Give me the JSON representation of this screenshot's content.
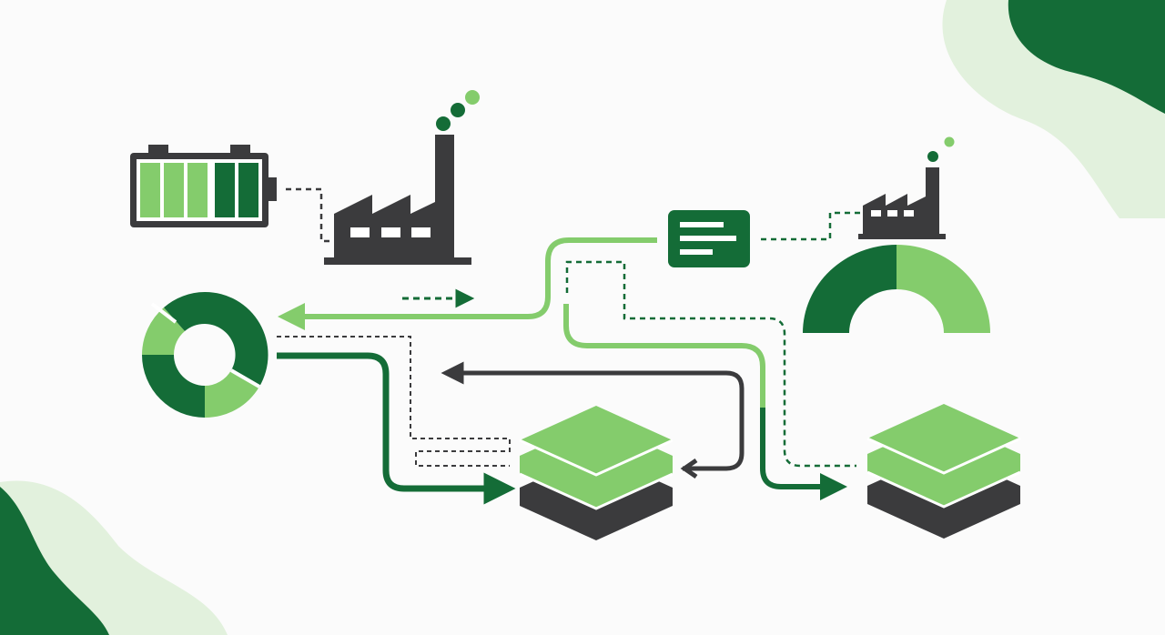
{
  "palette": {
    "background": "#fbfbfb",
    "dark_green": "#146c37",
    "light_green": "#84cc6c",
    "pale_green": "#e2f1dd",
    "charcoal": "#3b3b3d",
    "white": "#ffffff"
  },
  "diagram": {
    "description_text": [],
    "nodes": [
      {
        "id": "battery",
        "icon": "battery-icon",
        "level_segments": 5,
        "dark_segments": 2
      },
      {
        "id": "factory-large",
        "icon": "factory-icon"
      },
      {
        "id": "factory-small",
        "icon": "factory-icon"
      },
      {
        "id": "message",
        "icon": "message-icon"
      },
      {
        "id": "donut",
        "icon": "donut-chart-icon"
      },
      {
        "id": "gauge",
        "icon": "gauge-chart-icon"
      },
      {
        "id": "storage-center",
        "icon": "layered-storage-icon"
      },
      {
        "id": "storage-right",
        "icon": "layered-storage-icon"
      }
    ],
    "connectors": [
      {
        "from": "battery",
        "to": "factory-large",
        "style": "dashed"
      },
      {
        "from": "message",
        "to": "factory-small",
        "style": "dashed"
      },
      {
        "from": "message",
        "to": "donut",
        "style": "solid"
      },
      {
        "from": "donut",
        "to": "storage-center",
        "style": "solid"
      },
      {
        "from": "donut",
        "to": "storage-center",
        "style": "dashed"
      },
      {
        "from": "storage-center",
        "to": "donut",
        "style": "solid"
      },
      {
        "from": "message",
        "to": "storage-right",
        "style": "solid"
      },
      {
        "from": "message",
        "to": "storage-right",
        "style": "dashed"
      }
    ]
  }
}
